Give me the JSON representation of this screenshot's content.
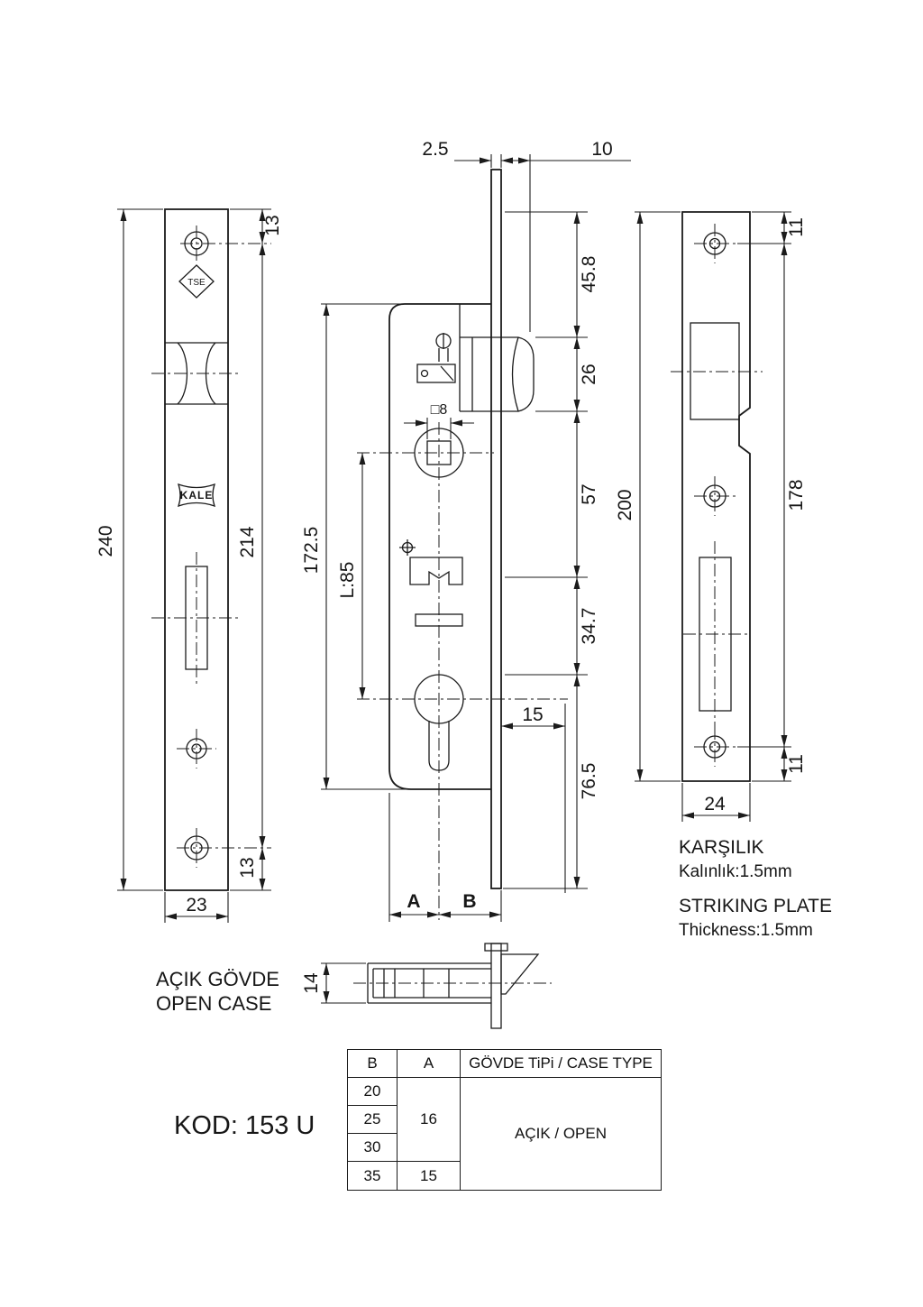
{
  "drawing": {
    "faceplate": {
      "height": "240",
      "hole_span": "214",
      "top_offset": "13",
      "bottom_offset": "13",
      "width": "23",
      "tse_logo": "TSE",
      "kale_logo": "KALE"
    },
    "body": {
      "plate_thickness": "2.5",
      "latch_protrusion": "10",
      "latch_top": "45.8",
      "latch_height": "26",
      "latch_to_spindle": "57",
      "spindle_to_cylinder": "34.7",
      "cylinder_to_bottom": "76.5",
      "case_height": "172.5",
      "centre_distance": "L:85",
      "spindle_square": "□8",
      "cylinder_offset": "15",
      "backset_a": "A",
      "backset_b": "B"
    },
    "striker": {
      "top_offset": "11",
      "hole_span": "178",
      "bottom_offset": "11",
      "height": "200",
      "width": "24",
      "caption_tr_title": "KARŞILIK",
      "caption_tr_sub": "Kalınlık:1.5mm",
      "caption_en_title": "STRIKING PLATE",
      "caption_en_sub": "Thickness:1.5mm"
    },
    "section": {
      "depth": "14",
      "label_tr": "AÇIK GÖVDE",
      "label_en": "OPEN CASE"
    },
    "code": "KOD: 153 U"
  },
  "table": {
    "header_b": "B",
    "header_a": "A",
    "header_type": "GÖVDE TiPi / CASE TYPE",
    "b_values": [
      "20",
      "25",
      "30",
      "35"
    ],
    "a_value_top": "16",
    "a_value_bottom": "15",
    "case_type": "AÇIK / OPEN"
  }
}
